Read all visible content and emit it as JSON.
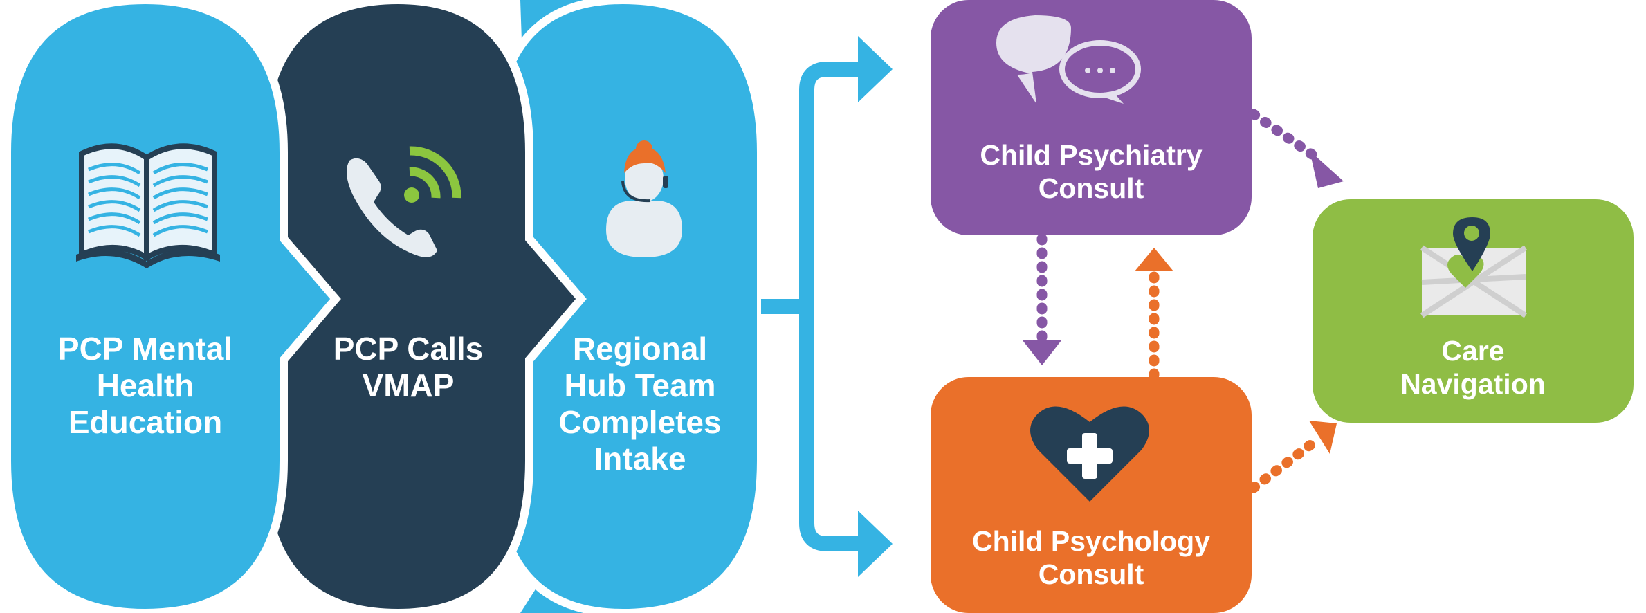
{
  "steps": [
    {
      "label": "PCP Mental\nHealth\nEducation",
      "icon": "open-book-icon",
      "color": "#35b3e3"
    },
    {
      "label": "PCP Calls\nVMAP",
      "icon": "phone-signal-icon",
      "color": "#253f54"
    },
    {
      "label": "Regional\nHub Team\nCompletes\nIntake",
      "icon": "headset-agent-icon",
      "color": "#35b3e3"
    }
  ],
  "consults": [
    {
      "label": "Child Psychiatry\nConsult",
      "icon": "speech-bubbles-icon",
      "color": "#8657a5"
    },
    {
      "label": "Child Psychology\nConsult",
      "icon": "heart-plus-icon",
      "color": "#ea702a"
    }
  ],
  "navigation": {
    "label": "Care\nNavigation",
    "icon": "map-pin-heart-icon",
    "color": "#8fbd45"
  },
  "accent_colors": {
    "signal_green": "#8cc63f",
    "headset_orange": "#ea702a",
    "arrow_blue": "#35b3e3"
  }
}
